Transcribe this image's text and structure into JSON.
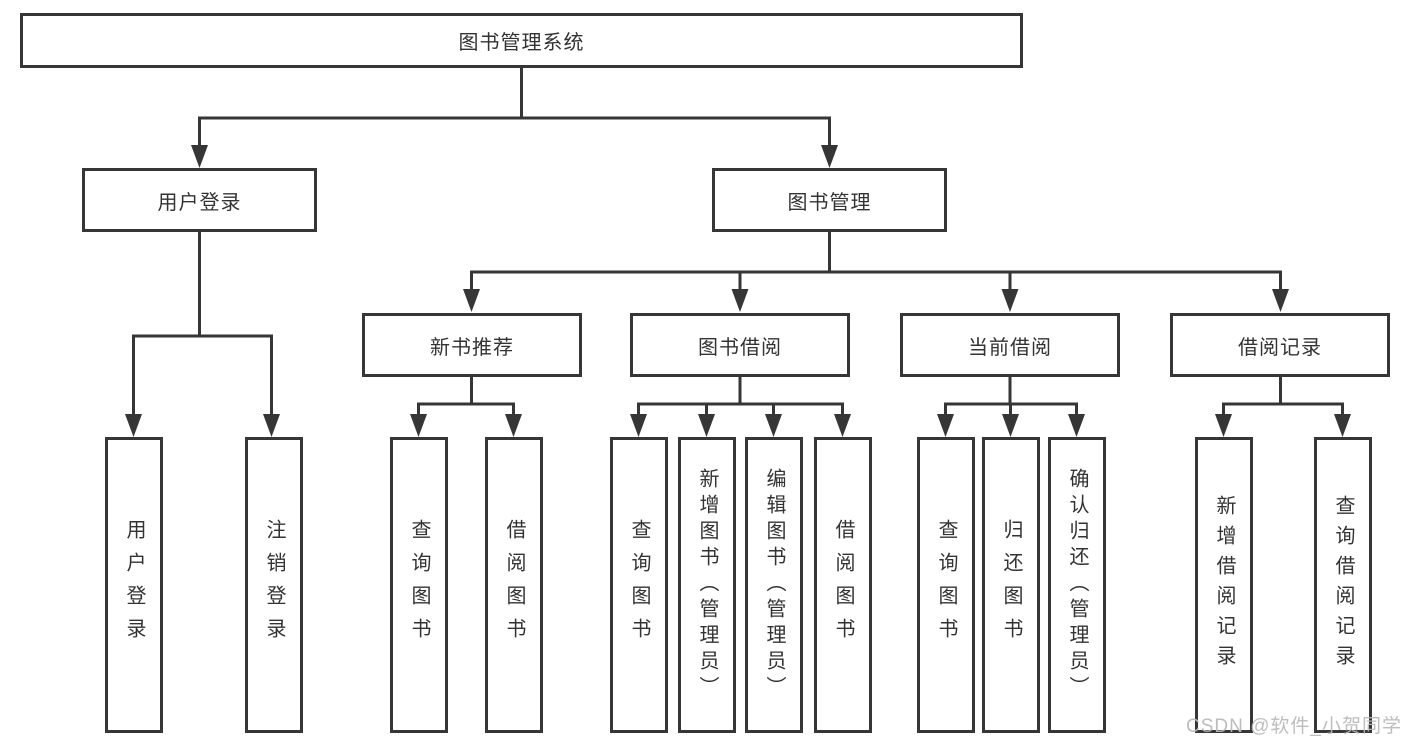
{
  "tree": {
    "root": {
      "label": "图书管理系统"
    },
    "branches": [
      {
        "label": "用户登录",
        "children": [
          {
            "label": "用户登录"
          },
          {
            "label": "注销登录"
          }
        ]
      },
      {
        "label": "图书管理",
        "modules": [
          {
            "label": "新书推荐",
            "children": [
              {
                "label": "查询图书"
              },
              {
                "label": "借阅图书"
              }
            ]
          },
          {
            "label": "图书借阅",
            "children": [
              {
                "label": "查询图书"
              },
              {
                "label": "新增图书（管理员）"
              },
              {
                "label": "编辑图书（管理员）"
              },
              {
                "label": "借阅图书"
              }
            ]
          },
          {
            "label": "当前借阅",
            "children": [
              {
                "label": "查询图书"
              },
              {
                "label": "归还图书"
              },
              {
                "label": "确认归还（管理员）"
              }
            ]
          },
          {
            "label": "借阅记录",
            "children": [
              {
                "label": "新增借阅记录"
              },
              {
                "label": "查询借阅记录"
              }
            ]
          }
        ]
      }
    ]
  },
  "watermark": {
    "text": "CSDN @软件_小贺同学"
  },
  "colors": {
    "line": "#363636",
    "text": "#333333",
    "box_background": "#ffffff",
    "watermark": "#b9b9b9",
    "page_background": "#ffffff"
  }
}
